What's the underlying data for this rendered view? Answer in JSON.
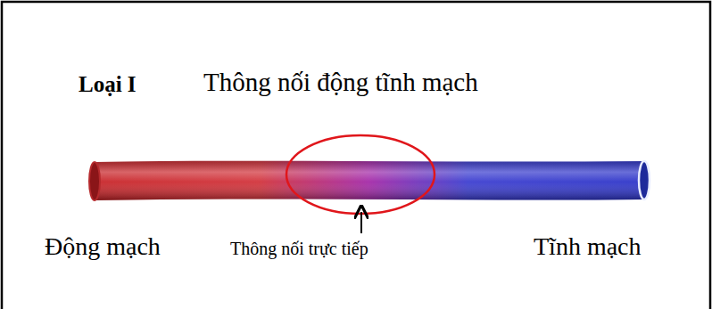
{
  "diagram": {
    "title": "Thông nối động tĩnh mạch",
    "labels": [
      "Loại I",
      "Động mạch",
      "Thông nối trực tiếp",
      "Tĩnh mạch"
    ]
  }
}
